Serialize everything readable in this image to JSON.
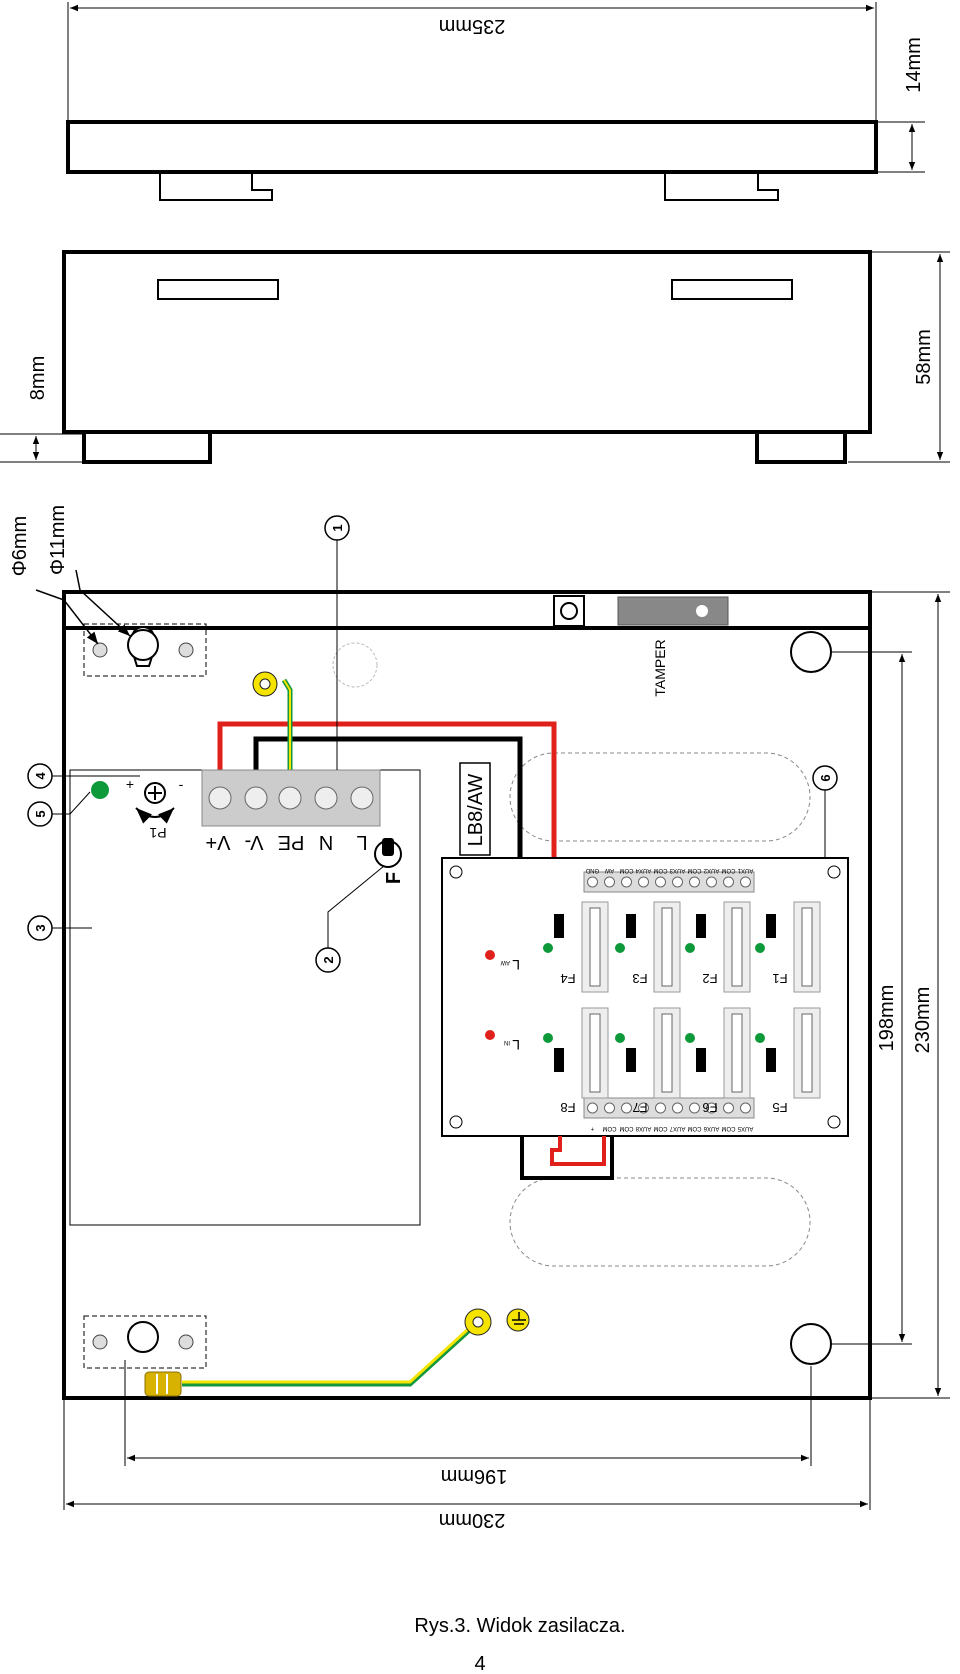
{
  "dimensions": {
    "width_top": "235mm",
    "height_side": "14mm",
    "height_front": "58mm",
    "foot": "8mm",
    "hole_small": "Φ6mm",
    "hole_large": "Φ11mm",
    "mount_horizontal": "196mm",
    "width_bottom": "230mm",
    "mount_vertical": "198mm",
    "height_right": "230mm"
  },
  "labels": {
    "tamper": "TAMPER",
    "module": "LB8/AW",
    "terminals": [
      "V+",
      "V-",
      "PE",
      "N",
      "L"
    ],
    "fuse": "F",
    "pot": "P1",
    "pot_plus": "+",
    "pot_minus": "-",
    "led_aw": "L",
    "led_aw_sub": "AW",
    "led_in": "L",
    "led_in_sub": "IN"
  },
  "callouts": [
    "1",
    "2",
    "3",
    "4",
    "5",
    "6"
  ],
  "fuses_top": [
    "F4",
    "F3",
    "F2",
    "F1"
  ],
  "fuses_bottom": [
    "F8",
    "F7",
    "F6",
    "F5"
  ],
  "connector_top": [
    "GND",
    "AW",
    "COM",
    "AUX4",
    "COM",
    "AUX3",
    "COM",
    "AUX2",
    "COM",
    "AUX1"
  ],
  "connector_bottom": [
    "+",
    "COM",
    "COM",
    "AUX8",
    "COM",
    "AUX7",
    "COM",
    "AUX6",
    "COM",
    "AUX5"
  ],
  "colors": {
    "red_wire": "#e0201b",
    "black_wire": "#000000",
    "yellow": "#f5e400",
    "green": "#12963c",
    "led_green": "#0e9a3a",
    "led_red": "#e0201b"
  },
  "caption": "Rys.3. Widok zasilacza.",
  "page_number": "4"
}
